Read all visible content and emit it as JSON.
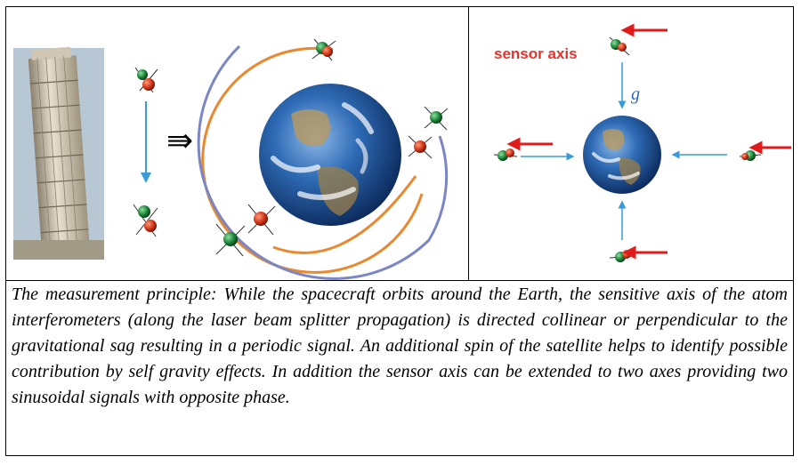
{
  "figure": {
    "implies_symbol": "⇛",
    "sensor_axis_label": "sensor axis",
    "gravity_vector_label": "g⃗"
  },
  "caption": "The measurement principle: While the spacecraft orbits around the Earth, the sensitive axis of the atom interferometers (along the laser beam splitter propagation) is directed collinear or perpendicular to the gravitational sag resulting in a periodic signal. An additional spin of the satellite helps to identify possible contribution by self gravity effects. In addition the sensor axis can be extended to two axes providing two sinusoidal signals with opposite phase.",
  "colors": {
    "orange_orbit": "#e9892f",
    "blue_orbit": "#7b86c6",
    "arrow_blue": "#3b9bd6",
    "red_arrow": "#e11b1b",
    "atom_red": "#d53a1c",
    "atom_green": "#1f8a3c"
  },
  "icons": [
    "leaning-tower-image",
    "earth-globe",
    "atom-icon",
    "red-arrow-icon"
  ]
}
